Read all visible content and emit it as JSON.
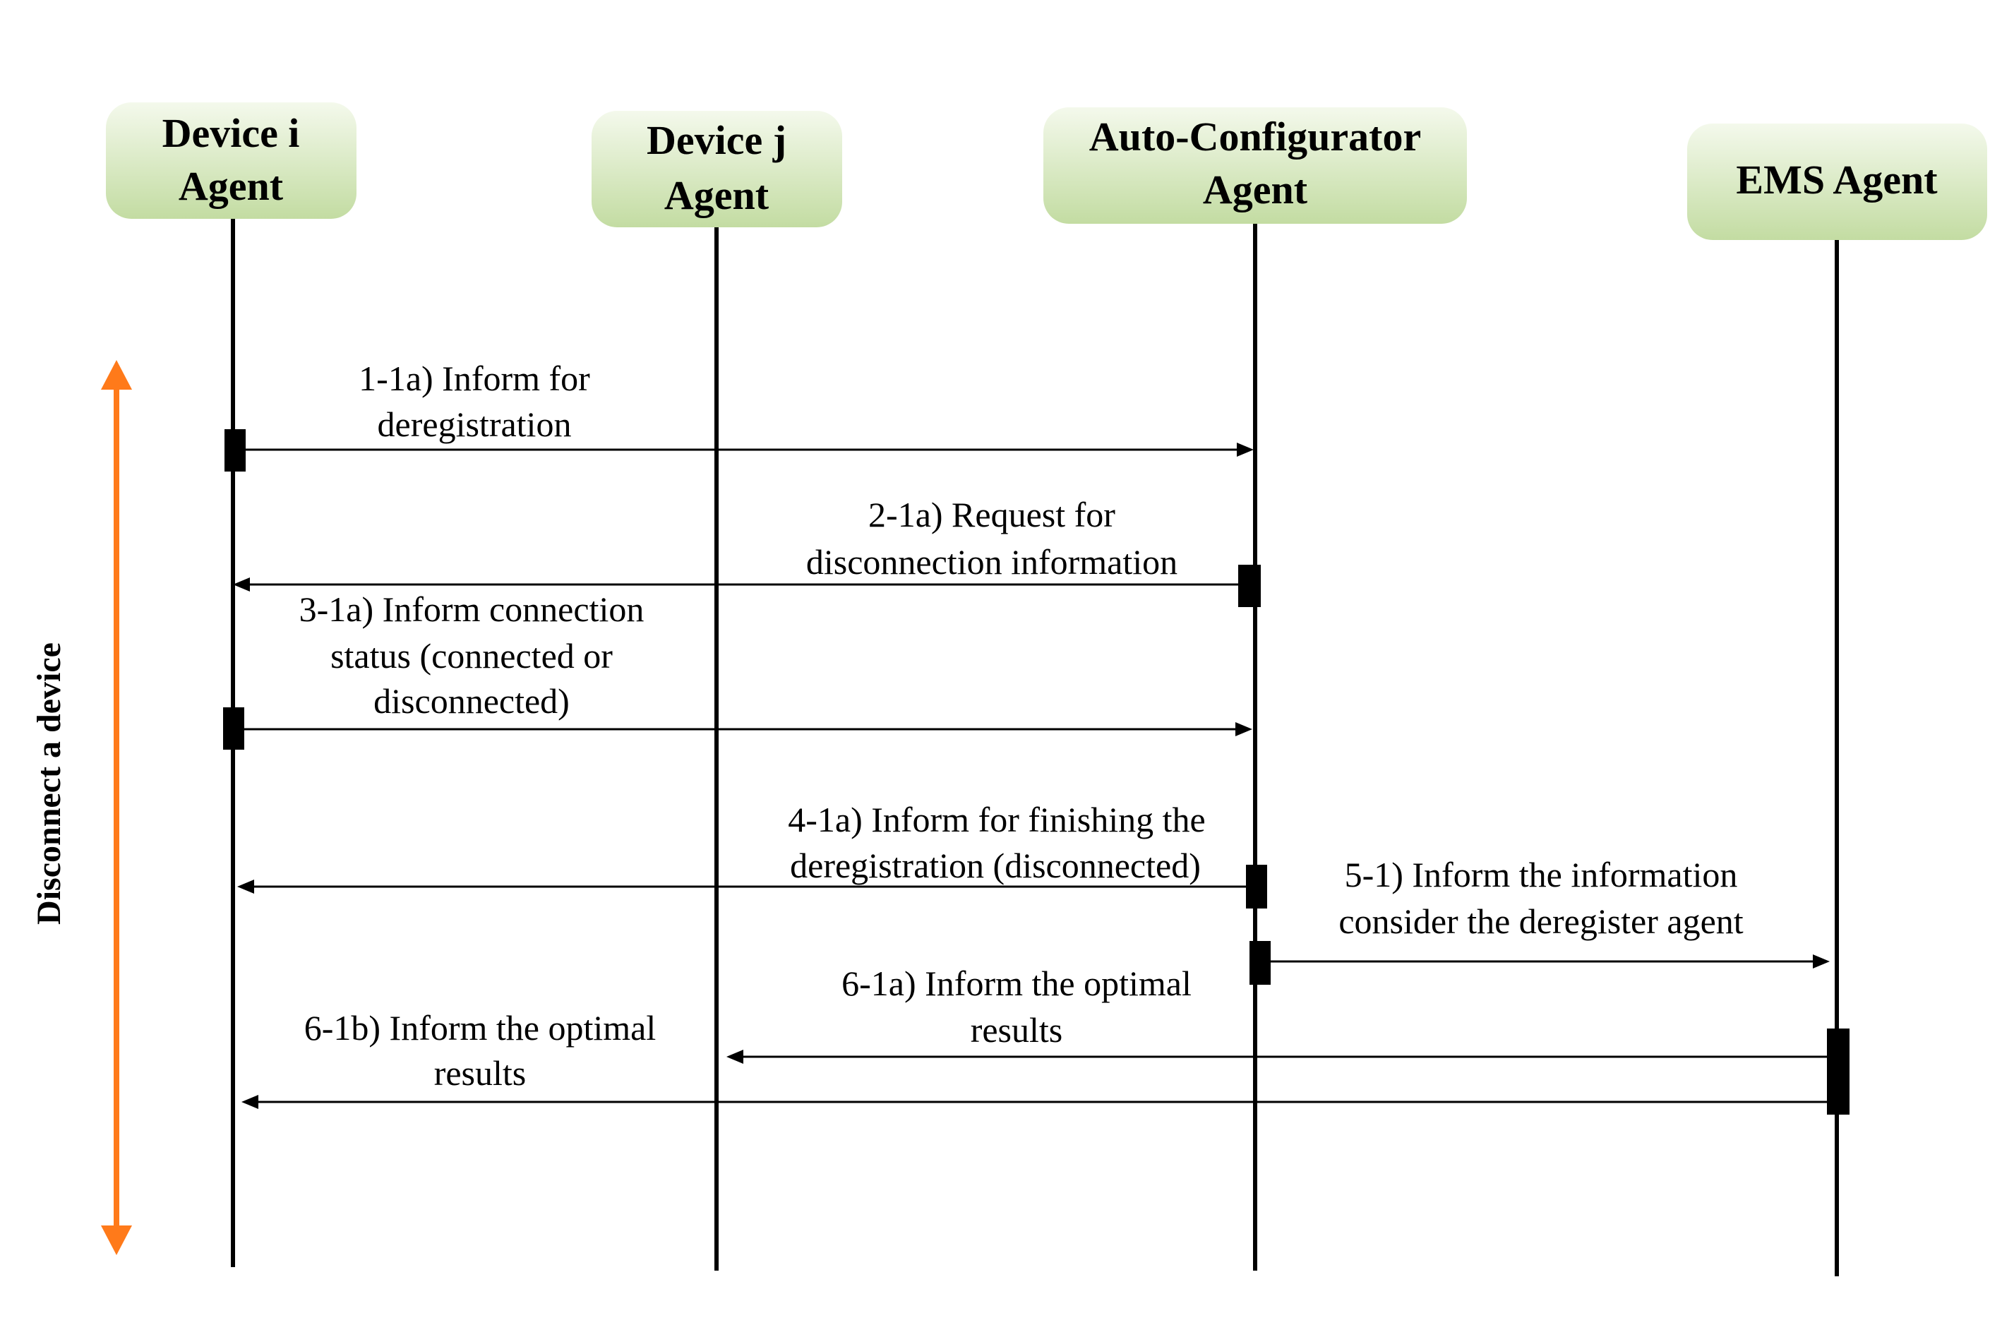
{
  "participants": [
    {
      "id": "device_i",
      "lines": [
        "Device i",
        "Agent"
      ]
    },
    {
      "id": "device_j",
      "lines": [
        "Device j",
        "Agent"
      ]
    },
    {
      "id": "auto_configurator",
      "lines": [
        "Auto-Configurator",
        "Agent"
      ]
    },
    {
      "id": "ems",
      "lines": [
        "EMS Agent"
      ]
    }
  ],
  "messages": [
    {
      "id": "m1",
      "from": "device_i",
      "to": "auto_configurator",
      "lines": [
        "1-1a) Inform for",
        "deregistration"
      ]
    },
    {
      "id": "m2",
      "from": "auto_configurator",
      "to": "device_i",
      "lines": [
        "2-1a) Request for",
        "disconnection information"
      ]
    },
    {
      "id": "m3",
      "from": "device_i",
      "to": "auto_configurator",
      "lines": [
        "3-1a) Inform connection",
        "status (connected or",
        "disconnected)"
      ]
    },
    {
      "id": "m4",
      "from": "auto_configurator",
      "to": "device_i",
      "lines": [
        "4-1a) Inform for finishing the",
        "deregistration (disconnected)"
      ]
    },
    {
      "id": "m5",
      "from": "auto_configurator",
      "to": "ems",
      "lines": [
        "5-1) Inform the information",
        "consider the deregister agent"
      ]
    },
    {
      "id": "m6a",
      "from": "ems",
      "to": "device_j",
      "lines": [
        "6-1a) Inform the optimal",
        "results"
      ]
    },
    {
      "id": "m6b",
      "from": "ems",
      "to": "device_i",
      "lines": [
        "6-1b) Inform the optimal",
        "results"
      ]
    }
  ],
  "phase": {
    "label": "Disconnect a device"
  },
  "colors": {
    "lane_gradient_top": "#f4f9ec",
    "lane_gradient_bottom": "#c3dca2",
    "phase_arrow": "#ff7a1a",
    "line": "#000000"
  }
}
